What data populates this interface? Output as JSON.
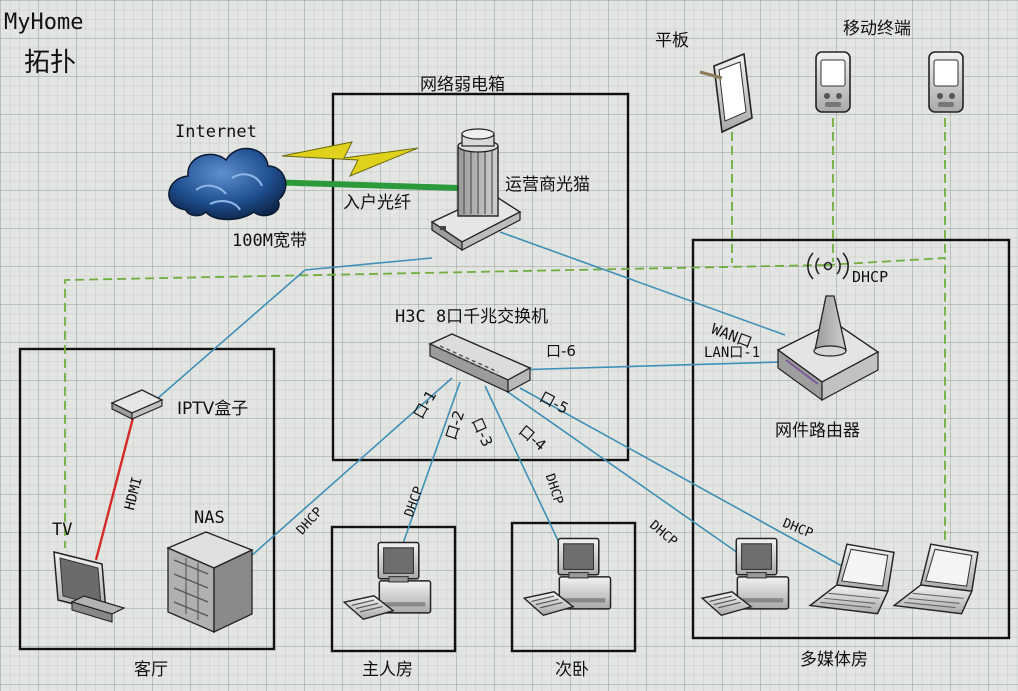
{
  "title": {
    "line1": "MyHome",
    "line2": "拓扑"
  },
  "labels": {
    "tablet": "平板",
    "mobile": "移动终端",
    "cabinet": "网络弱电箱",
    "internet": "Internet",
    "bandwidth": "100M宽带",
    "fiber": "入户光纤",
    "modem": "运营商光猫",
    "switch": "H3C 8口千兆交换机",
    "router": "网件路由器",
    "router_dhcp": "DHCP",
    "wan_port": "WAN口",
    "lan_port": "LAN口-1",
    "iptv": "IPTV盒子",
    "hdmi": "HDMI",
    "tv": "TV",
    "nas": "NAS",
    "port1": "口-1",
    "port2": "口-2",
    "port3": "口-3",
    "port4": "口-4",
    "port5": "口-5",
    "port6": "口-6",
    "dhcp_living": "DHCP",
    "dhcp_master": "DHCP",
    "dhcp_second": "DHCP",
    "dhcp_media_pc": "DHCP",
    "dhcp_media_laptop": "DHCP"
  },
  "rooms": {
    "living": "客厅",
    "master": "主人房",
    "second": "次卧",
    "media": "多媒体房"
  },
  "colors": {
    "ethernet": "#3f8fb8",
    "fiber": "#2c9a3a",
    "hdmi": "#d42a2a",
    "wifi": "#6fae3e",
    "lightning": "#e0d21c",
    "cloud": "#1c4a8a"
  }
}
